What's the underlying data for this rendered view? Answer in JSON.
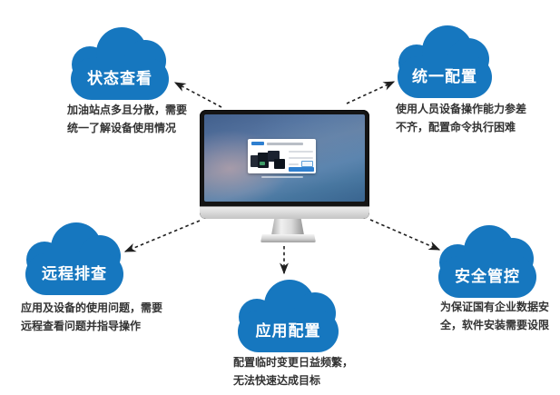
{
  "diagram": {
    "type": "hub-and-spoke infographic",
    "center_device": "desktop-monitor-with-login-screen",
    "clouds": [
      {
        "id": "status-view",
        "label": "状态查看",
        "desc_line1": "加油站点多且分散，需要",
        "desc_line2": "统一了解设备使用情况"
      },
      {
        "id": "unified-config",
        "label": "统一配置",
        "desc_line1": "使用人员设备操作能力参差",
        "desc_line2": "不齐，配置命令执行困难"
      },
      {
        "id": "remote-troubleshoot",
        "label": "远程排查",
        "desc_line1": "应用及设备的使用问题，需要",
        "desc_line2": "远程查看问题并指导操作"
      },
      {
        "id": "app-config",
        "label": "应用配置",
        "desc_line1": "配置临时变更日益频繁，",
        "desc_line2": "无法快速达成目标"
      },
      {
        "id": "security-control",
        "label": "安全管控",
        "desc_line1": "为保证国有企业数据安",
        "desc_line2": "全，软件安装需要设限"
      }
    ],
    "colors": {
      "cloud_blue": "#1677bf",
      "arrow_black": "#1f1f1f",
      "description_text": "#333333",
      "login_button_blue": "#2f80d0",
      "page_background": "#ffffff"
    }
  }
}
